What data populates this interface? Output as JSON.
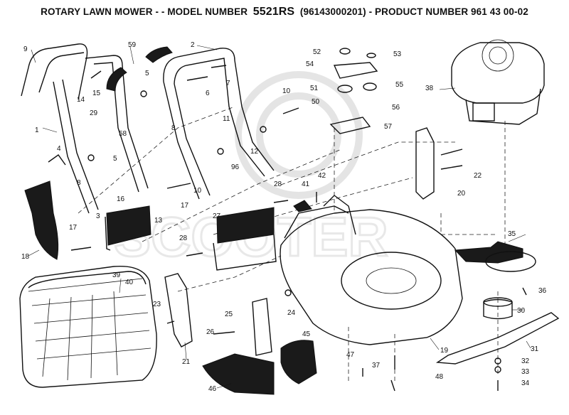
{
  "title": {
    "prefix": "ROTARY LAWN MOWER - - MODEL NUMBER",
    "model": "5521RS",
    "suffix": "(96143000201) - PRODUCT NUMBER 961 43 00-02"
  },
  "parts": {
    "p1": "1",
    "p2": "2",
    "p3": "3",
    "p4": "4",
    "p5a": "5",
    "p5b": "5",
    "p6": "6",
    "p7": "7",
    "p8a": "8",
    "p8b": "8",
    "p9": "9",
    "p10a": "10",
    "p10b": "10",
    "p11": "11",
    "p12": "12",
    "p13": "13",
    "p14": "14",
    "p15": "15",
    "p16": "16",
    "p17a": "17",
    "p17b": "17",
    "p18": "18",
    "p19": "19",
    "p20": "20",
    "p21": "21",
    "p22": "22",
    "p23": "23",
    "p24": "24",
    "p25": "25",
    "p26": "26",
    "p27": "27",
    "p28a": "28",
    "p28b": "28",
    "p29": "29",
    "p30": "30",
    "p31": "31",
    "p32": "32",
    "p33": "33",
    "p34": "34",
    "p35": "35",
    "p36": "36",
    "p37": "37",
    "p38": "38",
    "p39": "39",
    "p40": "40",
    "p41": "41",
    "p42": "42",
    "p45": "45",
    "p46": "46",
    "p47": "47",
    "p48": "48",
    "p50": "50",
    "p51": "51",
    "p52": "52",
    "p53": "53",
    "p54": "54",
    "p55": "55",
    "p56": "56",
    "p57": "57",
    "p58": "58",
    "p59": "59",
    "p96": "96"
  },
  "watermark": "SCOOTER"
}
